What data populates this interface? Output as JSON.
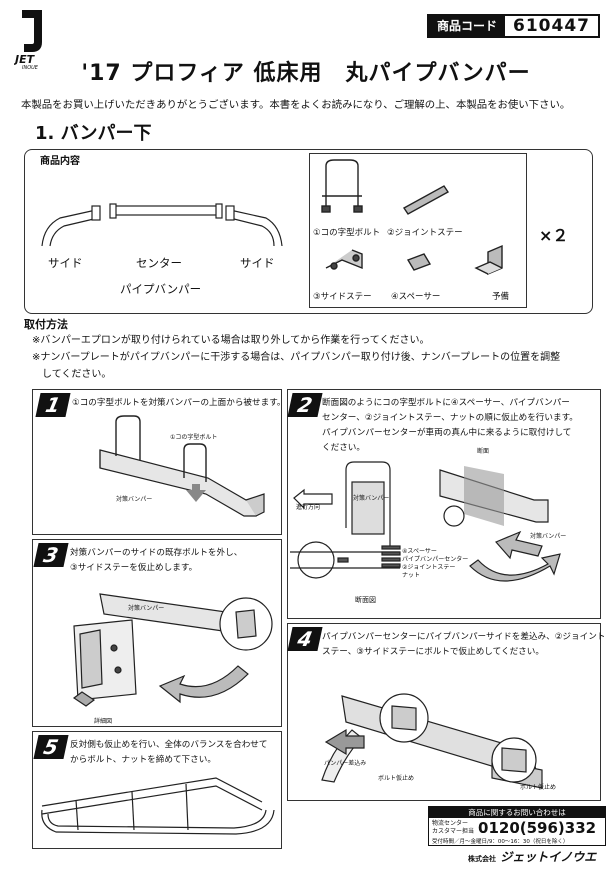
{
  "header": {
    "logo_alt": "JET INOUE",
    "code_label": "商品コード",
    "code_value": "610447"
  },
  "title": "'17 プロフィア 低床用　丸パイプバンパー",
  "intro": "本製品をお買い上げいただきありがとうございます。本書をよくお読みになり、ご理解の上、本製品をお使い下さい。",
  "section_title": "1. バンパー下",
  "contents": {
    "label": "商品内容",
    "pipes": {
      "side_left": "サイド",
      "center": "センター",
      "side_right": "サイド",
      "group": "パイプバンパー"
    },
    "parts": [
      "①コの字型ボルト",
      "②ジョイントステー",
      "③サイドステー",
      "④スペーサー",
      "予備"
    ],
    "multiplier": "×２"
  },
  "method": {
    "heading": "取付方法",
    "notes": [
      "※バンパーエプロンが取り付けられている場合は取り外してから作業を行ってください。",
      "※ナンバープレートがパイプバンパーに干渉する場合は、パイプバンパー取り付け後、ナンバープレートの位置を調整",
      "　してください。"
    ]
  },
  "steps": [
    {
      "num": "1",
      "lines": [
        "①コの字型ボルトを対策バンパーの上面から被せます。"
      ],
      "labels": {
        "bolt": "①コの字型ボルト",
        "bumper": "対策バンパー"
      }
    },
    {
      "num": "2",
      "lines": [
        "断面図のようにコの字型ボルトに④スペーサー、パイプバンパー",
        "センター、②ジョイントステー、ナットの順に仮止めを行います。",
        "パイプバンパーセンターが車両の真ん中に来るように取付けして",
        "ください。"
      ],
      "labels": {
        "section": "断面",
        "direction": "進行方向",
        "bumper": "対策バンパー",
        "bumper_inner": "対策バンパー",
        "spacer": "④スペーサー",
        "pipe_center": "パイプバンパーセンター",
        "joint": "②ジョイントステー",
        "nut": "ナット",
        "diagram": "断面図"
      }
    },
    {
      "num": "3",
      "lines": [
        "対策バンパーのサイドの既存ボルトを外し、",
        "③サイドステーを仮止めします。"
      ],
      "labels": {
        "bumper": "対策バンパー",
        "detail": "詳細図"
      }
    },
    {
      "num": "4",
      "lines": [
        "パイプバンパーセンターにパイプバンパーサイドを差込み、②ジョイント",
        "ステー、③サイドステーにボルトで仮止めしてください。"
      ],
      "labels": {
        "insert": "パンパー差込み",
        "bolt1": "ボルト仮止め",
        "bolt2": "ボルト仮止め"
      }
    },
    {
      "num": "5",
      "lines": [
        "反対側も仮止めを行い、全体のバランスを合わせて",
        "からボルト、ナットを締めて下さい。"
      ]
    }
  ],
  "contact": {
    "heading": "商品に関するお問い合わせは",
    "center1": "物流センター",
    "center2": "カスタマー担当",
    "phone": "0120(596)332",
    "hours": "受付時間／月～金曜日/9：00～16：30（祝日を除く）"
  },
  "company": {
    "prefix": "株式会社",
    "name": "ジェットイノウエ"
  }
}
